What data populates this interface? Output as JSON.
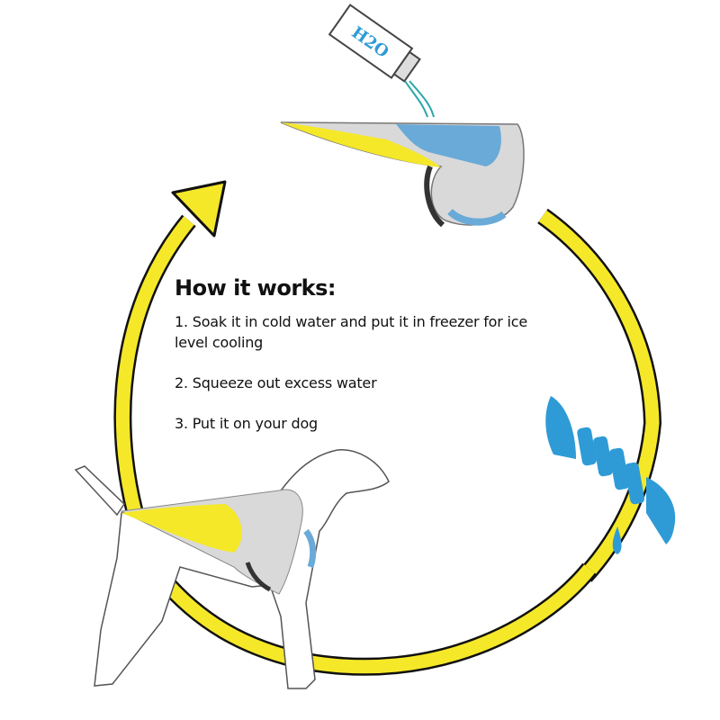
{
  "infographic": {
    "title": "How it works:",
    "steps": [
      {
        "label": "1. Soak it in cold water and put it in freezer for ice level cooling"
      },
      {
        "label": "2. Squeeze out excess water"
      },
      {
        "label": "3. Put it on your dog"
      }
    ],
    "bottle_label": "H2O",
    "icons": [
      "water-bottle-icon",
      "cooling-vest-icon",
      "wrung-vest-icon",
      "dog-wearing-vest-icon",
      "cycle-arrow-icon"
    ]
  },
  "colors": {
    "ring_yellow": "#f5e829",
    "ring_outline": "#111111",
    "vest_blue": "#2e9bd6",
    "vest_gray": "#d9d9d9",
    "text": "#111111"
  }
}
